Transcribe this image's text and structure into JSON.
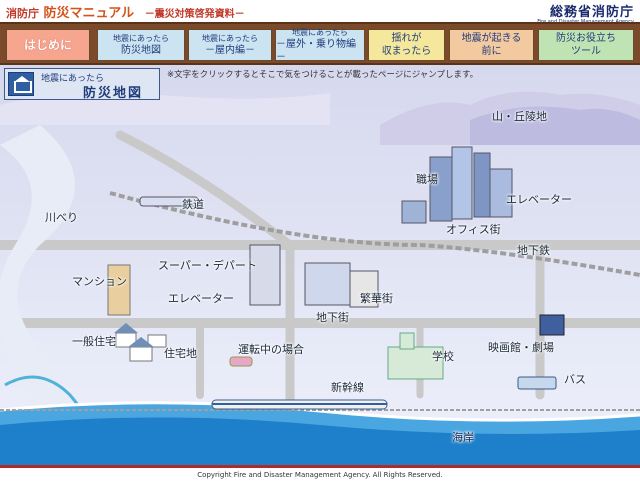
{
  "header": {
    "brand_small": "消防庁",
    "brand_title": "防災マニュアル",
    "brand_sub": "－震災対策啓発資料－",
    "agency_jp": "総務省消防庁",
    "agency_en": "Fire and Disaster Management Agency"
  },
  "nav": [
    {
      "line1": "",
      "line2": "はじめに"
    },
    {
      "line1": "地震にあったら",
      "line2": "防災地図"
    },
    {
      "line1": "地震にあったら",
      "line2": "－屋内編－"
    },
    {
      "line1": "地震にあったら",
      "line2": "－屋外・乗り物編－"
    },
    {
      "line1": "揺れが",
      "line2": "収まったら"
    },
    {
      "line1": "地震が起きる",
      "line2": "前に"
    },
    {
      "line1": "防災お役立ち",
      "line2": "ツール"
    }
  ],
  "page": {
    "title_line1": "地震にあったら",
    "title_line2": "防災地図",
    "notice": "※文字をクリックするとそこで気をつけることが載ったページにジャンプします。"
  },
  "places": {
    "hills": "山・丘陵地",
    "workplace": "職場",
    "elevator_office": "エレベーター",
    "office_district": "オフィス街",
    "railway": "鉄道",
    "riverside": "川べり",
    "underground_mall": "地下鉄",
    "supermarket": "スーパー・デパート",
    "mansion": "マンション",
    "elevator_store": "エレベーター",
    "busy_street": "繁華街",
    "underground_street": "地下街",
    "house": "一般住宅",
    "residential": "住宅地",
    "driving": "運転中の場合",
    "school": "学校",
    "theater": "映画館・劇場",
    "bus": "バス",
    "shinkansen": "新幹線",
    "coast": "海岸"
  },
  "footer": {
    "copyright": "Copyright Fire and Disaster Management Agency. All Rights Reserved."
  },
  "colors": {
    "navbar": "#7a4a2a",
    "map_background": "#eef1fb",
    "road": "#c9c9c9",
    "sea": "#3aa0df",
    "footer_rule": "#b02a2a"
  }
}
